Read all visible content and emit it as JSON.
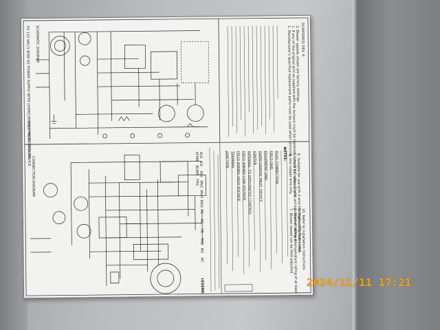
{
  "photo": {
    "subject": "wiring-diagram-label",
    "timestamp": "2024/11/11  17:21"
  },
  "label": {
    "schematic_title": "SCHEMATIC DIAGRAM",
    "connection_title": "CONNECTION DIAGRAM",
    "notes_title": "NOTES:",
    "legend_title": "LEGEND",
    "part_number": "0140F00031 REV. A",
    "connector_note": "TO 115 VAC/1 Ø/60 HZ POWER SUPPLY WITH OVERCURRENT PROTECTION DEVICE",
    "equipment_ground": "EQUIPMENT GROUND",
    "notes": [
      "1. Manufacturer's specified replacement parts must be used when servicing.",
      "2. If any of the original wire as supplied with the furnace must be replaced, it must be replaced with wiring material having a temperature rating of at least 105°C.",
      "3. Blower speeds shown are factory settings.",
      "4. Use copper wire only.",
      "5. Use N.E.C. class 2 wire.",
      "6. Suitable for use with 4 wire heating/cooling thermostat.",
      "7. Blower speed can be field adjusted.",
      "8. Black-H, White-N.",
      "9. Status LED flash codes.",
      "10. Refer to installation instructions."
    ],
    "legend_items": [
      "JUNCTION",
      "TERMINAL",
      "FIELD WIRING HIGH VOLTAGE",
      "FIELD WIRING LOW VOLTAGE",
      "INTERNAL TO INTEGRATED CONTROL",
      "IGNITER",
      "OVERCURRENT PROT. DEVICE",
      "EQUIPMENT GND",
      "FIELD GND",
      "PLUG CONNECTION"
    ],
    "legend_codes": [
      "HLS",
      "ILK",
      "IND",
      "MVC",
      "MVH",
      "MGV",
      "PS",
      "RS",
      "TR",
      "PCB",
      "NO",
      "NC",
      "XFMR",
      "BLWR",
      "FRS"
    ]
  }
}
